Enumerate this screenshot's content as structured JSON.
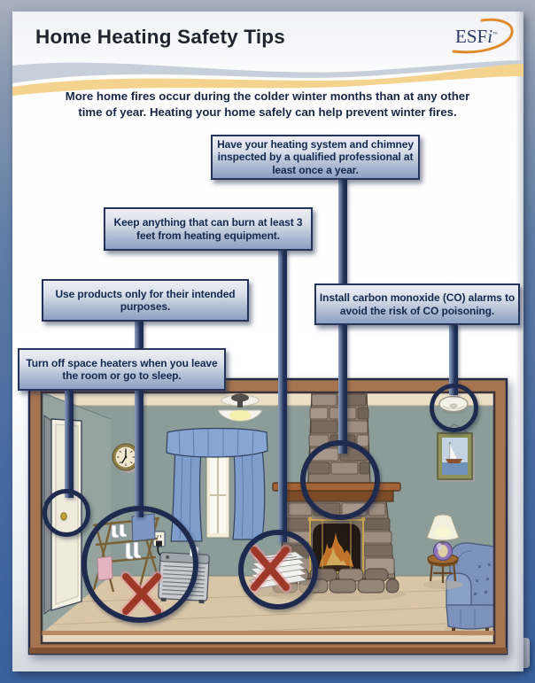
{
  "header": {
    "title": "Home Heating Safety Tips",
    "logo_text": "ESF",
    "logo_italic": "i",
    "logo_tm": "™"
  },
  "intro": "More home fires occur during the colder winter months than at any other\ntime of year.  Heating your home safely can help prevent winter fires.",
  "callouts": [
    {
      "name": "inspect-heating-system",
      "text": "Have your heating system and chimney\ninspected by a qualified professional at\nleast once a year."
    },
    {
      "name": "keep-burnables-away",
      "text": "Keep anything that can burn at least 3\nfeet from heating equipment."
    },
    {
      "name": "intended-purposes",
      "text": "Use products only for their intended\npurposes."
    },
    {
      "name": "install-co-alarms",
      "text": "Install carbon monoxide (CO) alarms to\navoid the risk of CO poisoning."
    },
    {
      "name": "turn-off-space-heaters",
      "text": "Turn off space heaters when you leave\nthe room or go to sleep."
    }
  ],
  "hazard_circles": [
    "door-exit",
    "space-heater-and-drying-rack",
    "newspapers-near-fireplace",
    "chimney",
    "co-alarm"
  ],
  "colors": {
    "accent_navy": "#1E2B4F",
    "callout_top": "#EDEFF4",
    "callout_bottom": "#8CA0C2",
    "wave_gray": "#C7CFDA",
    "wave_gold": "#F3D38E",
    "logo_orange": "#E08A2E",
    "background_blue": "#41659E",
    "room_frame_brown": "#A6744F",
    "wall_green_gray": "#8C9C98",
    "floor_tan": "#D9C6A7",
    "x_mark_red": "#9E3828"
  }
}
